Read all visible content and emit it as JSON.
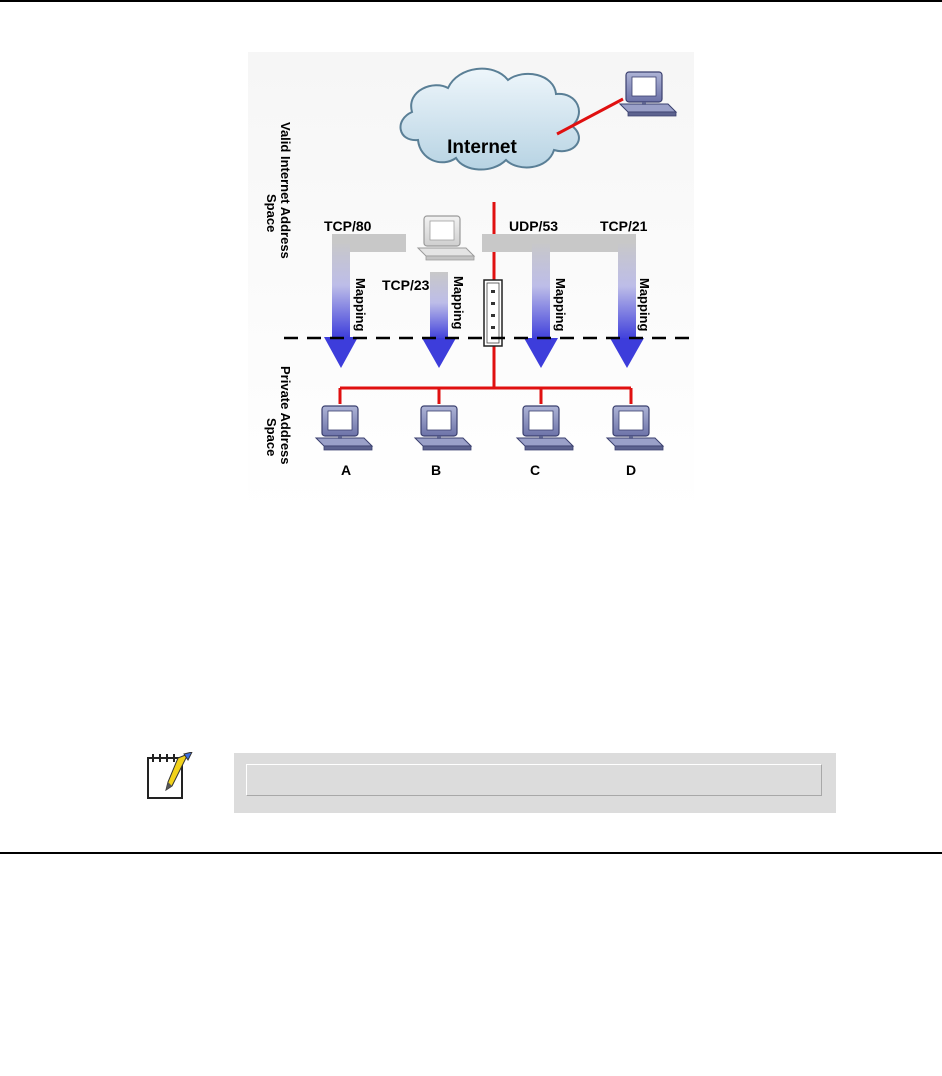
{
  "diagram": {
    "internet_label": "Internet",
    "public_space_label_1": "Valid Internet Address",
    "public_space_label_2": "Space",
    "private_space_label_1": "Private Address",
    "private_space_label_2": "Space",
    "ports": [
      "TCP/80",
      "TCP/23",
      "UDP/53",
      "TCP/21"
    ],
    "mapping_label": "Mapping",
    "hosts": [
      "A",
      "B",
      "C",
      "D"
    ],
    "link_color": "#e01010",
    "arrow_color": "#3d3ddb"
  },
  "note": {
    "text": ""
  }
}
